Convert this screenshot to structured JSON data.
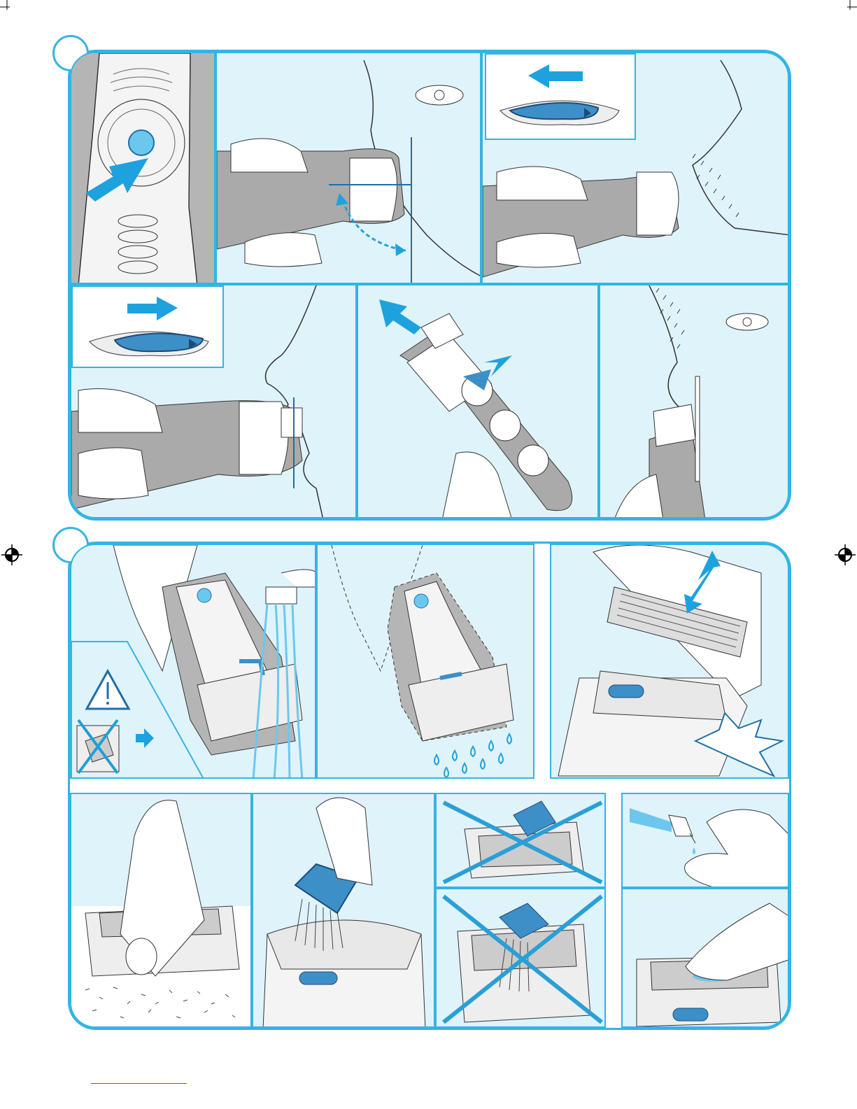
{
  "sections": [
    {
      "id": "shaving",
      "panels": [
        {
          "name": "switch-on-button",
          "icon": "press-button-icon"
        },
        {
          "name": "shaving-angle",
          "icon": "angle-arrow-icon"
        },
        {
          "name": "long-hair-trimmer-extend",
          "icon": "arrow-left-icon"
        },
        {
          "name": "sideburns-trimming-switch",
          "icon": "arrow-right-icon"
        },
        {
          "name": "trimmer-release",
          "icon": "release-arrow-icon"
        },
        {
          "name": "sideburns-trimming",
          "icon": "trimmer-icon"
        }
      ]
    },
    {
      "id": "cleaning",
      "panels": [
        {
          "name": "rinse-under-tap",
          "icon": "water-tap-icon",
          "warning_icon": "warning-triangle-icon",
          "unplug_icon": "unplug-icon"
        },
        {
          "name": "let-dry",
          "icon": "water-drops-icon"
        },
        {
          "name": "remove-foil-frame",
          "icon": "double-arrow-icon"
        },
        {
          "name": "tap-out-hair",
          "icon": "hair-clippings-icon"
        },
        {
          "name": "brush-cutter-block",
          "icon": "brush-icon"
        },
        {
          "name": "do-not-brush-foil",
          "icon": "cross-icon"
        },
        {
          "name": "do-not-brush-foil-2",
          "icon": "cross-icon"
        },
        {
          "name": "oil-drop",
          "icon": "oil-bottle-icon"
        },
        {
          "name": "oil-foil",
          "icon": "oil-finger-icon"
        }
      ]
    }
  ],
  "colors": {
    "accent": "#33b4e3",
    "panel_bg": "#dff3fb",
    "device_blue": "#3d8fc8",
    "device_grey": "#b5b5b5",
    "cross": "#2a9fd6"
  }
}
